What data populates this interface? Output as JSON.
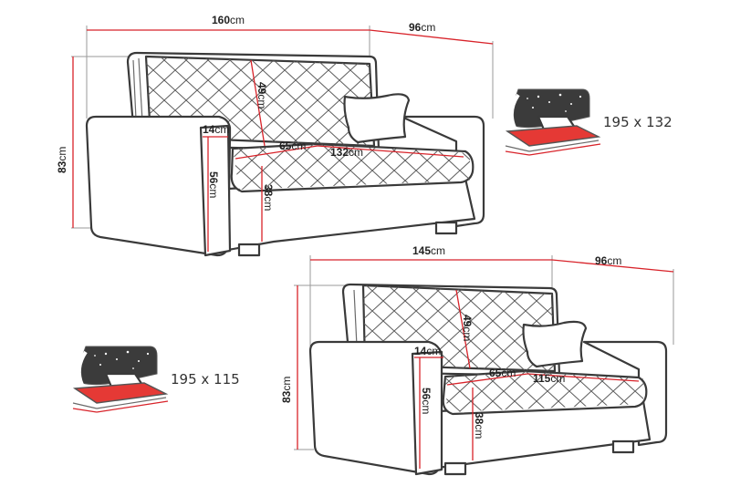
{
  "colors": {
    "dimension_line": "#d8232a",
    "outline": "#3a3a3a",
    "bed_area": "#e53935",
    "guide": "#9a9a9a"
  },
  "sofa_large": {
    "width": {
      "value": "160",
      "unit": "cm"
    },
    "depth": {
      "value": "96",
      "unit": "cm"
    },
    "height": {
      "value": "83",
      "unit": "cm"
    },
    "back_height": {
      "value": "49",
      "unit": "cm"
    },
    "arm_width": {
      "value": "14",
      "unit": "cm"
    },
    "seat_depth": {
      "value": "65",
      "unit": "cm"
    },
    "seat_width": {
      "value": "132",
      "unit": "cm"
    },
    "arm_height": {
      "value": "56",
      "unit": "cm"
    },
    "seat_height": {
      "value": "38",
      "unit": "cm"
    }
  },
  "sofa_small": {
    "width": {
      "value": "145",
      "unit": "cm"
    },
    "depth": {
      "value": "96",
      "unit": "cm"
    },
    "height": {
      "value": "83",
      "unit": "cm"
    },
    "back_height": {
      "value": "49",
      "unit": "cm"
    },
    "arm_width": {
      "value": "14",
      "unit": "cm"
    },
    "seat_depth": {
      "value": "65",
      "unit": "cm"
    },
    "seat_width": {
      "value": "115",
      "unit": "cm"
    },
    "arm_height": {
      "value": "56",
      "unit": "cm"
    },
    "seat_height": {
      "value": "38",
      "unit": "cm"
    }
  },
  "bed_large": {
    "label": "195 x 132",
    "icon": "sofa-bed-icon"
  },
  "bed_small": {
    "label": "195 x 115",
    "icon": "sofa-bed-icon"
  }
}
